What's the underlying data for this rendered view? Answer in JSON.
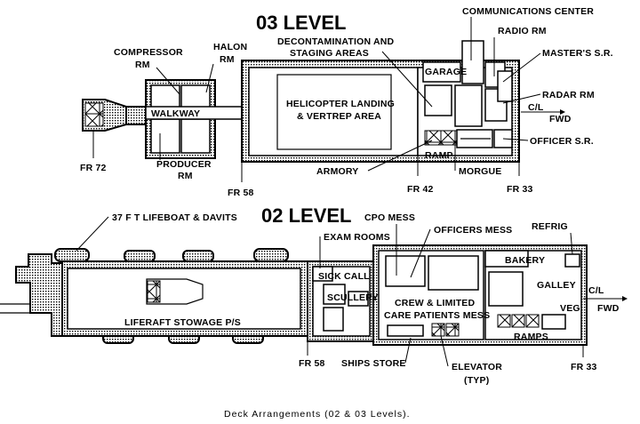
{
  "level03": {
    "title": "03 LEVEL",
    "labels": {
      "communications_center": "COMMUNICATIONS CENTER",
      "radio_rm": "RADIO RM",
      "decon_1": "DECONTAMINATION AND",
      "decon_2": "STAGING AREAS",
      "compressor_1": "COMPRESSOR",
      "compressor_2": "RM",
      "halon_1": "HALON",
      "halon_2": "RM",
      "garage": "GARAGE",
      "masters_sr": "MASTER'S S.R.",
      "radar_rm": "RADAR RM",
      "cl": "C/L",
      "fwd": "FWD",
      "walkway": "WALKWAY",
      "heli_1": "HELICOPTER LANDING",
      "heli_2": "& VERTREP AREA",
      "officer_sr": "OFFICER S.R.",
      "ramp": "RAMP",
      "armory": "ARMORY",
      "morgue": "MORGUE",
      "producer_1": "PRODUCER",
      "producer_2": "RM",
      "fr72": "FR 72",
      "fr58": "FR 58",
      "fr42": "FR 42",
      "fr33": "FR 33"
    }
  },
  "level02": {
    "title": "02 LEVEL",
    "labels": {
      "lifeboat": "37 F T LIFEBOAT & DAVITS",
      "cpo_mess": "CPO MESS",
      "officers_mess": "OFFICERS MESS",
      "refrig": "REFRIG",
      "exam_rooms": "EXAM ROOMS",
      "bakery": "BAKERY",
      "sick_call": "SICK CALL",
      "galley": "GALLEY",
      "scullery": "SCULLERY",
      "crew_1": "CREW & LIMITED",
      "crew_2": "CARE PATIENTS MESS",
      "veg": "VEG",
      "cl": "C/L",
      "fwd": "FWD",
      "liferaft": "LIFERAFT STOWAGE P/S",
      "ramps": "RAMPS",
      "fr58": "FR 58",
      "ships_store": "SHIPS STORE",
      "elevator_1": "ELEVATOR",
      "elevator_2": "(TYP)",
      "fr33": "FR 33"
    }
  },
  "caption": "Deck Arrangements (02 & 03 Levels)."
}
